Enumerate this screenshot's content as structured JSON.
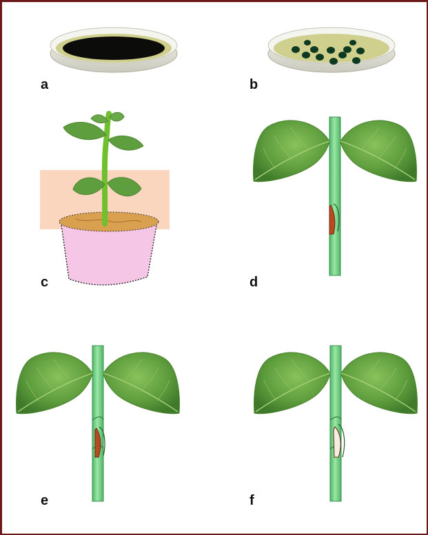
{
  "panels": [
    {
      "label": "a"
    },
    {
      "label": "b"
    },
    {
      "label": "c"
    },
    {
      "label": "d"
    },
    {
      "label": "e"
    },
    {
      "label": "f"
    }
  ],
  "colors": {
    "border": "#6b1818",
    "stem": "#7dd88c",
    "leaf": "#5f9e3e",
    "pot": "#f5c6e6",
    "soil": "#d9a050",
    "highlight_band": "#fbd6bf",
    "wound": "#b84a22",
    "colony": "#0f3a22"
  }
}
